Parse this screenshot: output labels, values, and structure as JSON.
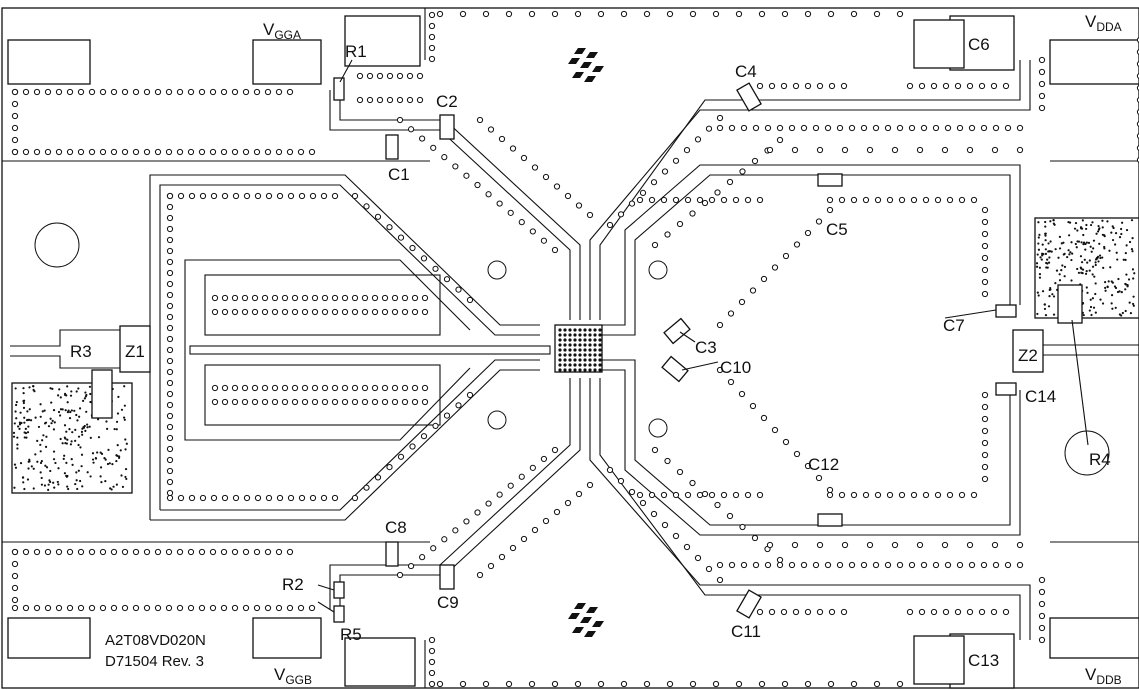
{
  "supply_labels": {
    "vgga": {
      "base": "V",
      "sub": "GGA"
    },
    "vdda": {
      "base": "V",
      "sub": "DDA"
    },
    "vggb": {
      "base": "V",
      "sub": "GGB"
    },
    "vddb": {
      "base": "V",
      "sub": "DDB"
    }
  },
  "components": {
    "r1": "R1",
    "r2": "R2",
    "r3": "R3",
    "r4": "R4",
    "r5": "R5",
    "c1": "C1",
    "c2": "C2",
    "c3": "C3",
    "c4": "C4",
    "c5": "C5",
    "c6": "C6",
    "c7": "C7",
    "c8": "C8",
    "c9": "C9",
    "c10": "C10",
    "c11": "C11",
    "c12": "C12",
    "c13": "C13",
    "c14": "C14",
    "z1": "Z1",
    "z2": "Z2"
  },
  "board_info": {
    "part_number": "A2T08VD020N",
    "revision": "D71504   Rev. 3"
  },
  "colors": {
    "ink": "#111111",
    "paper": "#ffffff"
  }
}
